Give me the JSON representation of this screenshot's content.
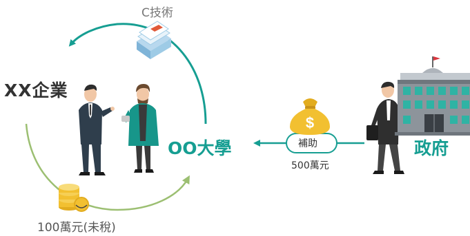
{
  "labels": {
    "technology": "C技術",
    "company": "XX企業",
    "university": "OO大學",
    "government": "政府",
    "subsidy": "補助",
    "subsidy_amount": "500萬元",
    "payment": "100萬元(未稅)"
  },
  "icons": {
    "documents": "document-stack-icon",
    "money_bag": "money-bag-icon",
    "coins": "coin-stack-icon"
  },
  "colors": {
    "teal": "#169e92",
    "green": "#9cbf72",
    "gold": "#f2c031",
    "text": "#333333"
  }
}
